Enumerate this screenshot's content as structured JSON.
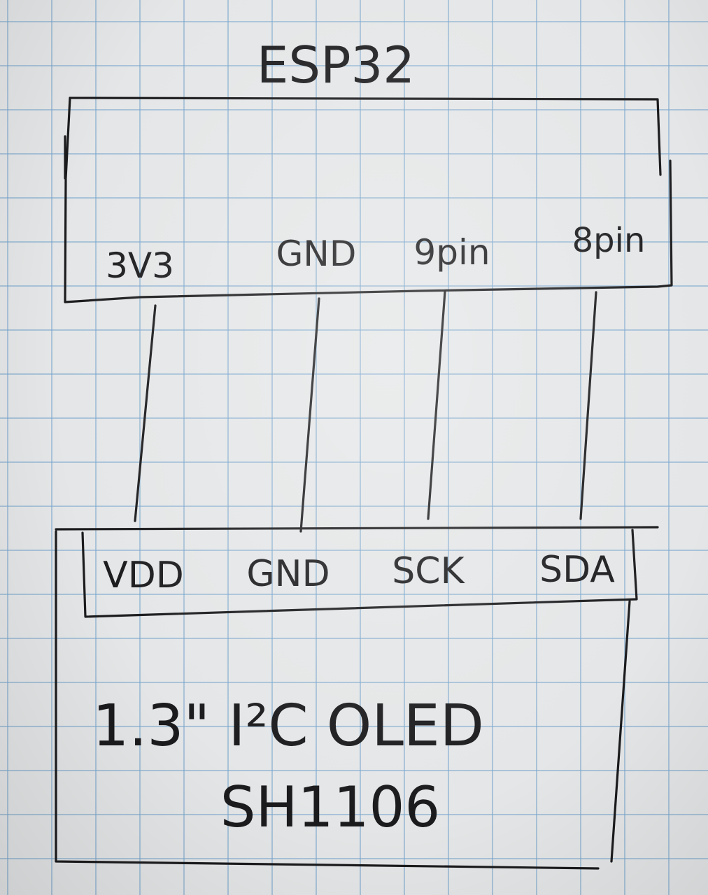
{
  "esp32": {
    "title": "ESP32",
    "pins": {
      "p1": "3V3",
      "p2": "GND",
      "p3": "9pin",
      "p4": "8pin"
    }
  },
  "oled": {
    "pins": {
      "p1": "VDD",
      "p2": "GND",
      "p3": "SCK",
      "p4": "SDA"
    },
    "title": "1.3\" I²C OLED",
    "model": "SH1106"
  },
  "colors": {
    "ink": "#1b1b1d",
    "paper": "#e4e6e7",
    "grid": "#78a5cd"
  }
}
